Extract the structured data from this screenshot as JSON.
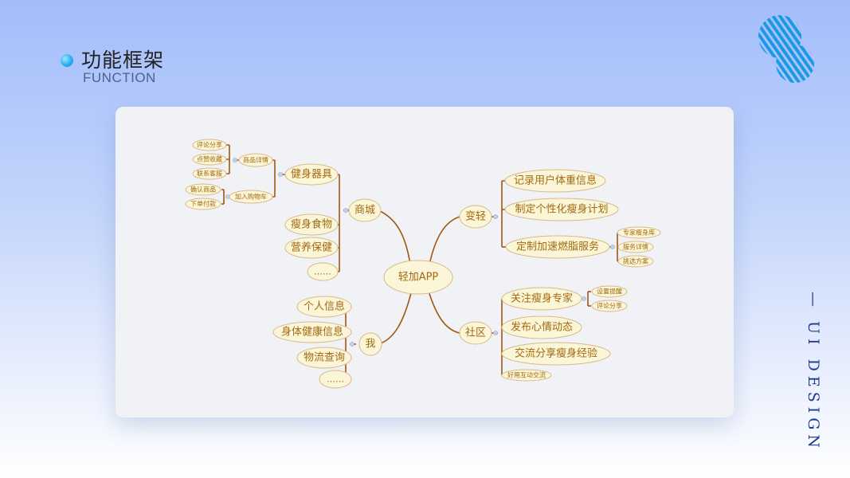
{
  "header": {
    "title": "功能框架",
    "subtitle": "FUNCTION"
  },
  "side_label": "— UI DESIGN",
  "mindmap": {
    "center": "轻加APP",
    "branches": [
      {
        "id": "shop",
        "label": "商城"
      },
      {
        "id": "light",
        "label": "变轻"
      },
      {
        "id": "me",
        "label": "我"
      },
      {
        "id": "community",
        "label": "社区"
      }
    ],
    "shop": {
      "fitness": "健身器具",
      "product_detail": "商品详情",
      "add_cart": "加入购物车",
      "review_share": "评论分享",
      "like_collect": "点赞收藏",
      "contact_service": "联系客服",
      "confirm_product": "确认商品",
      "place_order": "下单付款",
      "diet_food": "瘦身食物",
      "nutrition": "营养保健",
      "more": "……"
    },
    "light": {
      "record_weight": "记录用户体重信息",
      "custom_plan": "制定个性化瘦身计划",
      "fat_burn": "定制加速燃脂服务",
      "expert_library": "专家瘦身库",
      "service_detail": "服务详情",
      "choose_plan": "挑选方案"
    },
    "me": {
      "personal_info": "个人信息",
      "health_info": "身体健康信息",
      "logistics": "物流查询",
      "more": "……"
    },
    "community": {
      "follow_expert": "关注瘦身专家",
      "set_reminder": "设置提醒",
      "review_share": "评论分享",
      "post_mood": "发布心情动态",
      "exchange_exp": "交流分享瘦身经验",
      "friend_interact": "好用互动交流"
    }
  }
}
